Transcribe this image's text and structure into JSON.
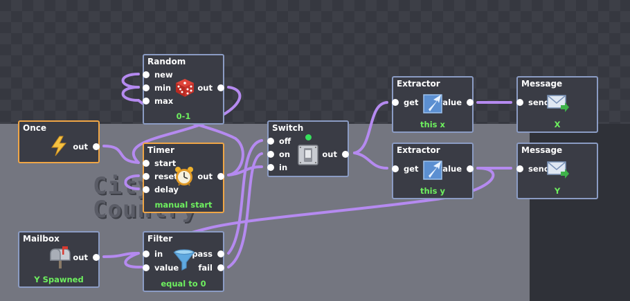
{
  "background_text": [
    "City",
    "Country"
  ],
  "colors": {
    "wire": "#b58af0",
    "node_border": "#8b9cc4",
    "selected_border": "#f0a646",
    "caption": "#6ef05f",
    "node_bg": "#3a3c45"
  },
  "nodes": {
    "random": {
      "title": "Random",
      "inputs": [
        "new",
        "min",
        "max"
      ],
      "output": "out",
      "caption": "0-1",
      "icon": "dice-icon"
    },
    "once": {
      "title": "Once",
      "output": "out",
      "icon": "lightning-icon"
    },
    "timer": {
      "title": "Timer",
      "inputs": [
        "start",
        "reset",
        "delay"
      ],
      "output": "out",
      "caption": "manual start",
      "icon": "alarm-clock-icon"
    },
    "switch": {
      "title": "Switch",
      "inputs": [
        "off",
        "on",
        "in"
      ],
      "output": "out",
      "icon": "toggle-switch-icon"
    },
    "extractor_x": {
      "title": "Extractor",
      "input": "get",
      "output": "value",
      "caption": "this x",
      "icon": "extract-arrow-icon"
    },
    "extractor_y": {
      "title": "Extractor",
      "input": "get",
      "output": "value",
      "caption": "this y",
      "icon": "extract-arrow-icon"
    },
    "message_x": {
      "title": "Message",
      "input": "send",
      "caption": "X",
      "icon": "envelope-icon"
    },
    "message_y": {
      "title": "Message",
      "input": "send",
      "caption": "Y",
      "icon": "envelope-icon"
    },
    "mailbox": {
      "title": "Mailbox",
      "output": "out",
      "caption": "Y Spawned",
      "icon": "mailbox-icon"
    },
    "filter": {
      "title": "Filter",
      "inputs": [
        "in",
        "value"
      ],
      "outputs": [
        "pass",
        "fail"
      ],
      "caption": "equal to 0",
      "icon": "funnel-icon"
    }
  }
}
